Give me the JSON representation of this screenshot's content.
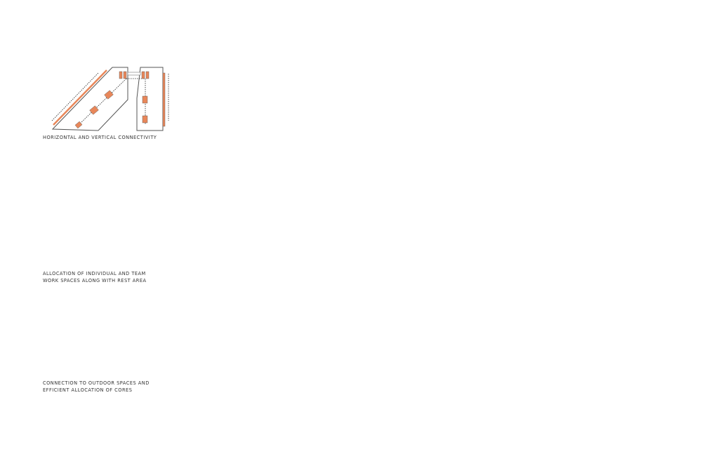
{
  "captions": {
    "connectivity": "HORIZONTAL AND VERTICAL CONNECTIVITY",
    "allocation_line1": "ALLOCATION OF INDIVIDUAL AND TEAM",
    "allocation_line2": "WORK SPACES ALONG WITH REST AREA",
    "outdoor_line1": "CONNECTION TO OUTDOOR SPACES AND",
    "outdoor_line2": "EFFICIENT ALLOCATION OF CORES"
  },
  "colors": {
    "accent_orange": "#e8875a",
    "furniture_orange": "#f0882e",
    "green": "#b5d46a",
    "water": "#4fb8e0",
    "tree": "#a9c98a",
    "core_grey": "#bdbdbd"
  }
}
